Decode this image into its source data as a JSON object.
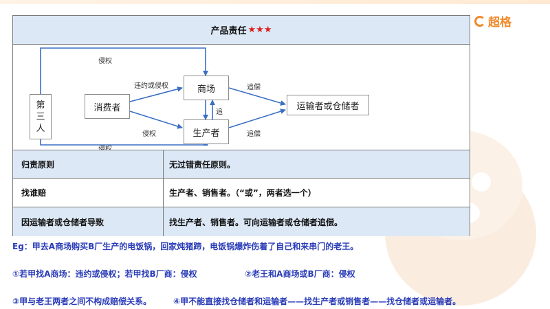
{
  "brand": {
    "logo_text": "超格",
    "accent": "#f08a2c"
  },
  "card": {
    "title": "产品责任",
    "stars": "★★★",
    "diagram": {
      "nodes": {
        "third": "第三人",
        "consumer": "消费者",
        "merchant": "商场",
        "producer": "生产者",
        "carrier": "运输者或仓储者"
      },
      "labels": {
        "top_tort": "侵权",
        "breach_or_tort": "违约或侵权",
        "producer_tort": "侵权",
        "bottom_tort": "侵权",
        "recourse": "追",
        "recourse_merchant": "追偿",
        "recourse_producer": "追偿"
      }
    },
    "table": [
      {
        "label": "归责原则",
        "value": "无过错责任原则。"
      },
      {
        "label": "找谁赔",
        "value": "生产者、销售者。（“或”，两者选一个）"
      },
      {
        "label": "因运输者或仓储者导致",
        "value": "找生产者、销售者。可向运输者或仓储者追偿。"
      }
    ]
  },
  "notes": {
    "eg": "Eg：甲去A商场购买B厂生产的电饭锅，回家炖猪蹄，电饭锅爆炸伤着了自己和来串门的老王。",
    "n1": "①若甲找A商场：违约或侵权；若甲找B厂商：侵权",
    "n2": "②老王和A商场或B厂商：侵权",
    "n3": "③甲与老王两者之间不构成赔偿关系。",
    "n4": "④甲不能直接找仓储者和运输者——找生产者或销售者——找仓储者或运输者。"
  }
}
